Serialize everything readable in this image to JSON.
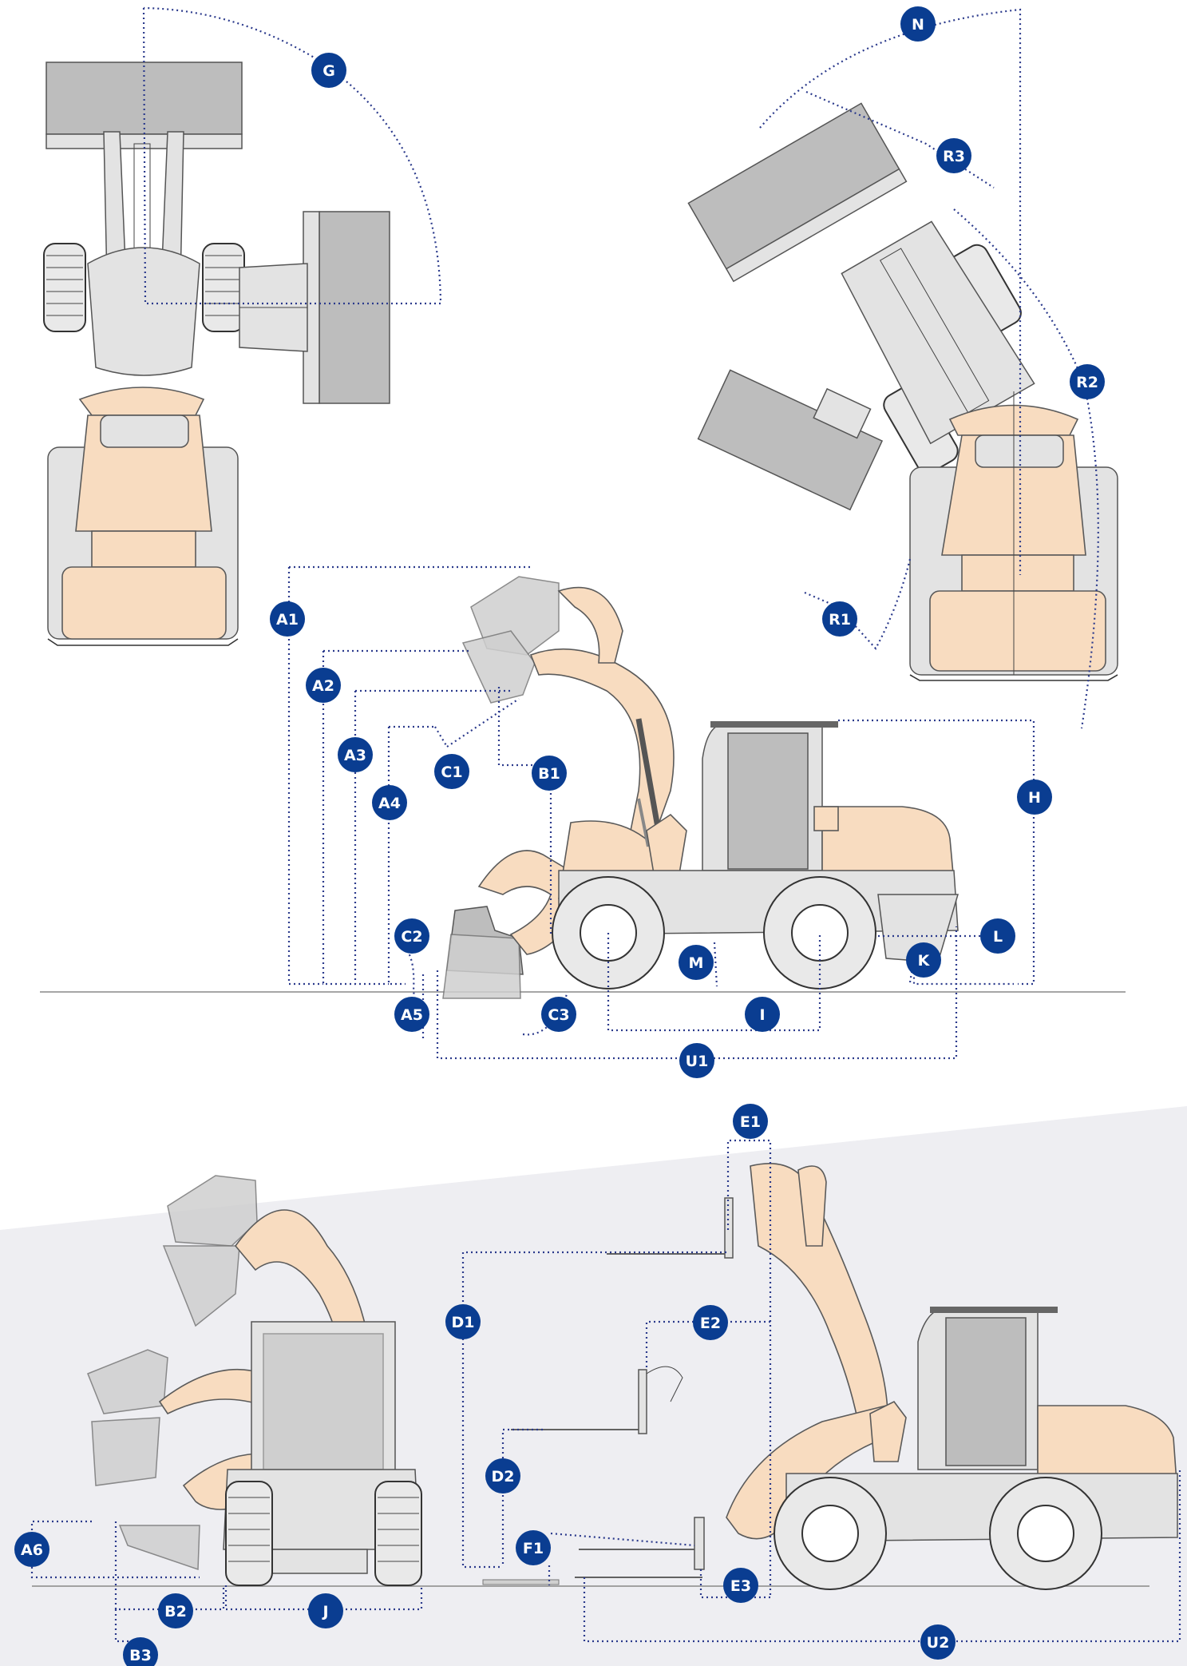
{
  "labels": {
    "G": "G",
    "N": "N",
    "R3": "R3",
    "R2": "R2",
    "R1": "R1",
    "A1": "A1",
    "A2": "A2",
    "A3": "A3",
    "A4": "A4",
    "A5": "A5",
    "A6": "A6",
    "B1": "B1",
    "B2": "B2",
    "B3": "B3",
    "C1": "C1",
    "C2": "C2",
    "C3": "C3",
    "H": "H",
    "L": "L",
    "K": "K",
    "M": "M",
    "I": "I",
    "J": "J",
    "U1": "U1",
    "U2": "U2",
    "D1": "D1",
    "D2": "D2",
    "E1": "E1",
    "E2": "E2",
    "E3": "E3",
    "F1": "F1"
  },
  "colors": {
    "badge": "#0a3d91",
    "dimension_line": "#2b3a8c",
    "machine_body": "#f8dcc0",
    "steel": "#e3e3e3",
    "background_band": "#eeeef2"
  }
}
